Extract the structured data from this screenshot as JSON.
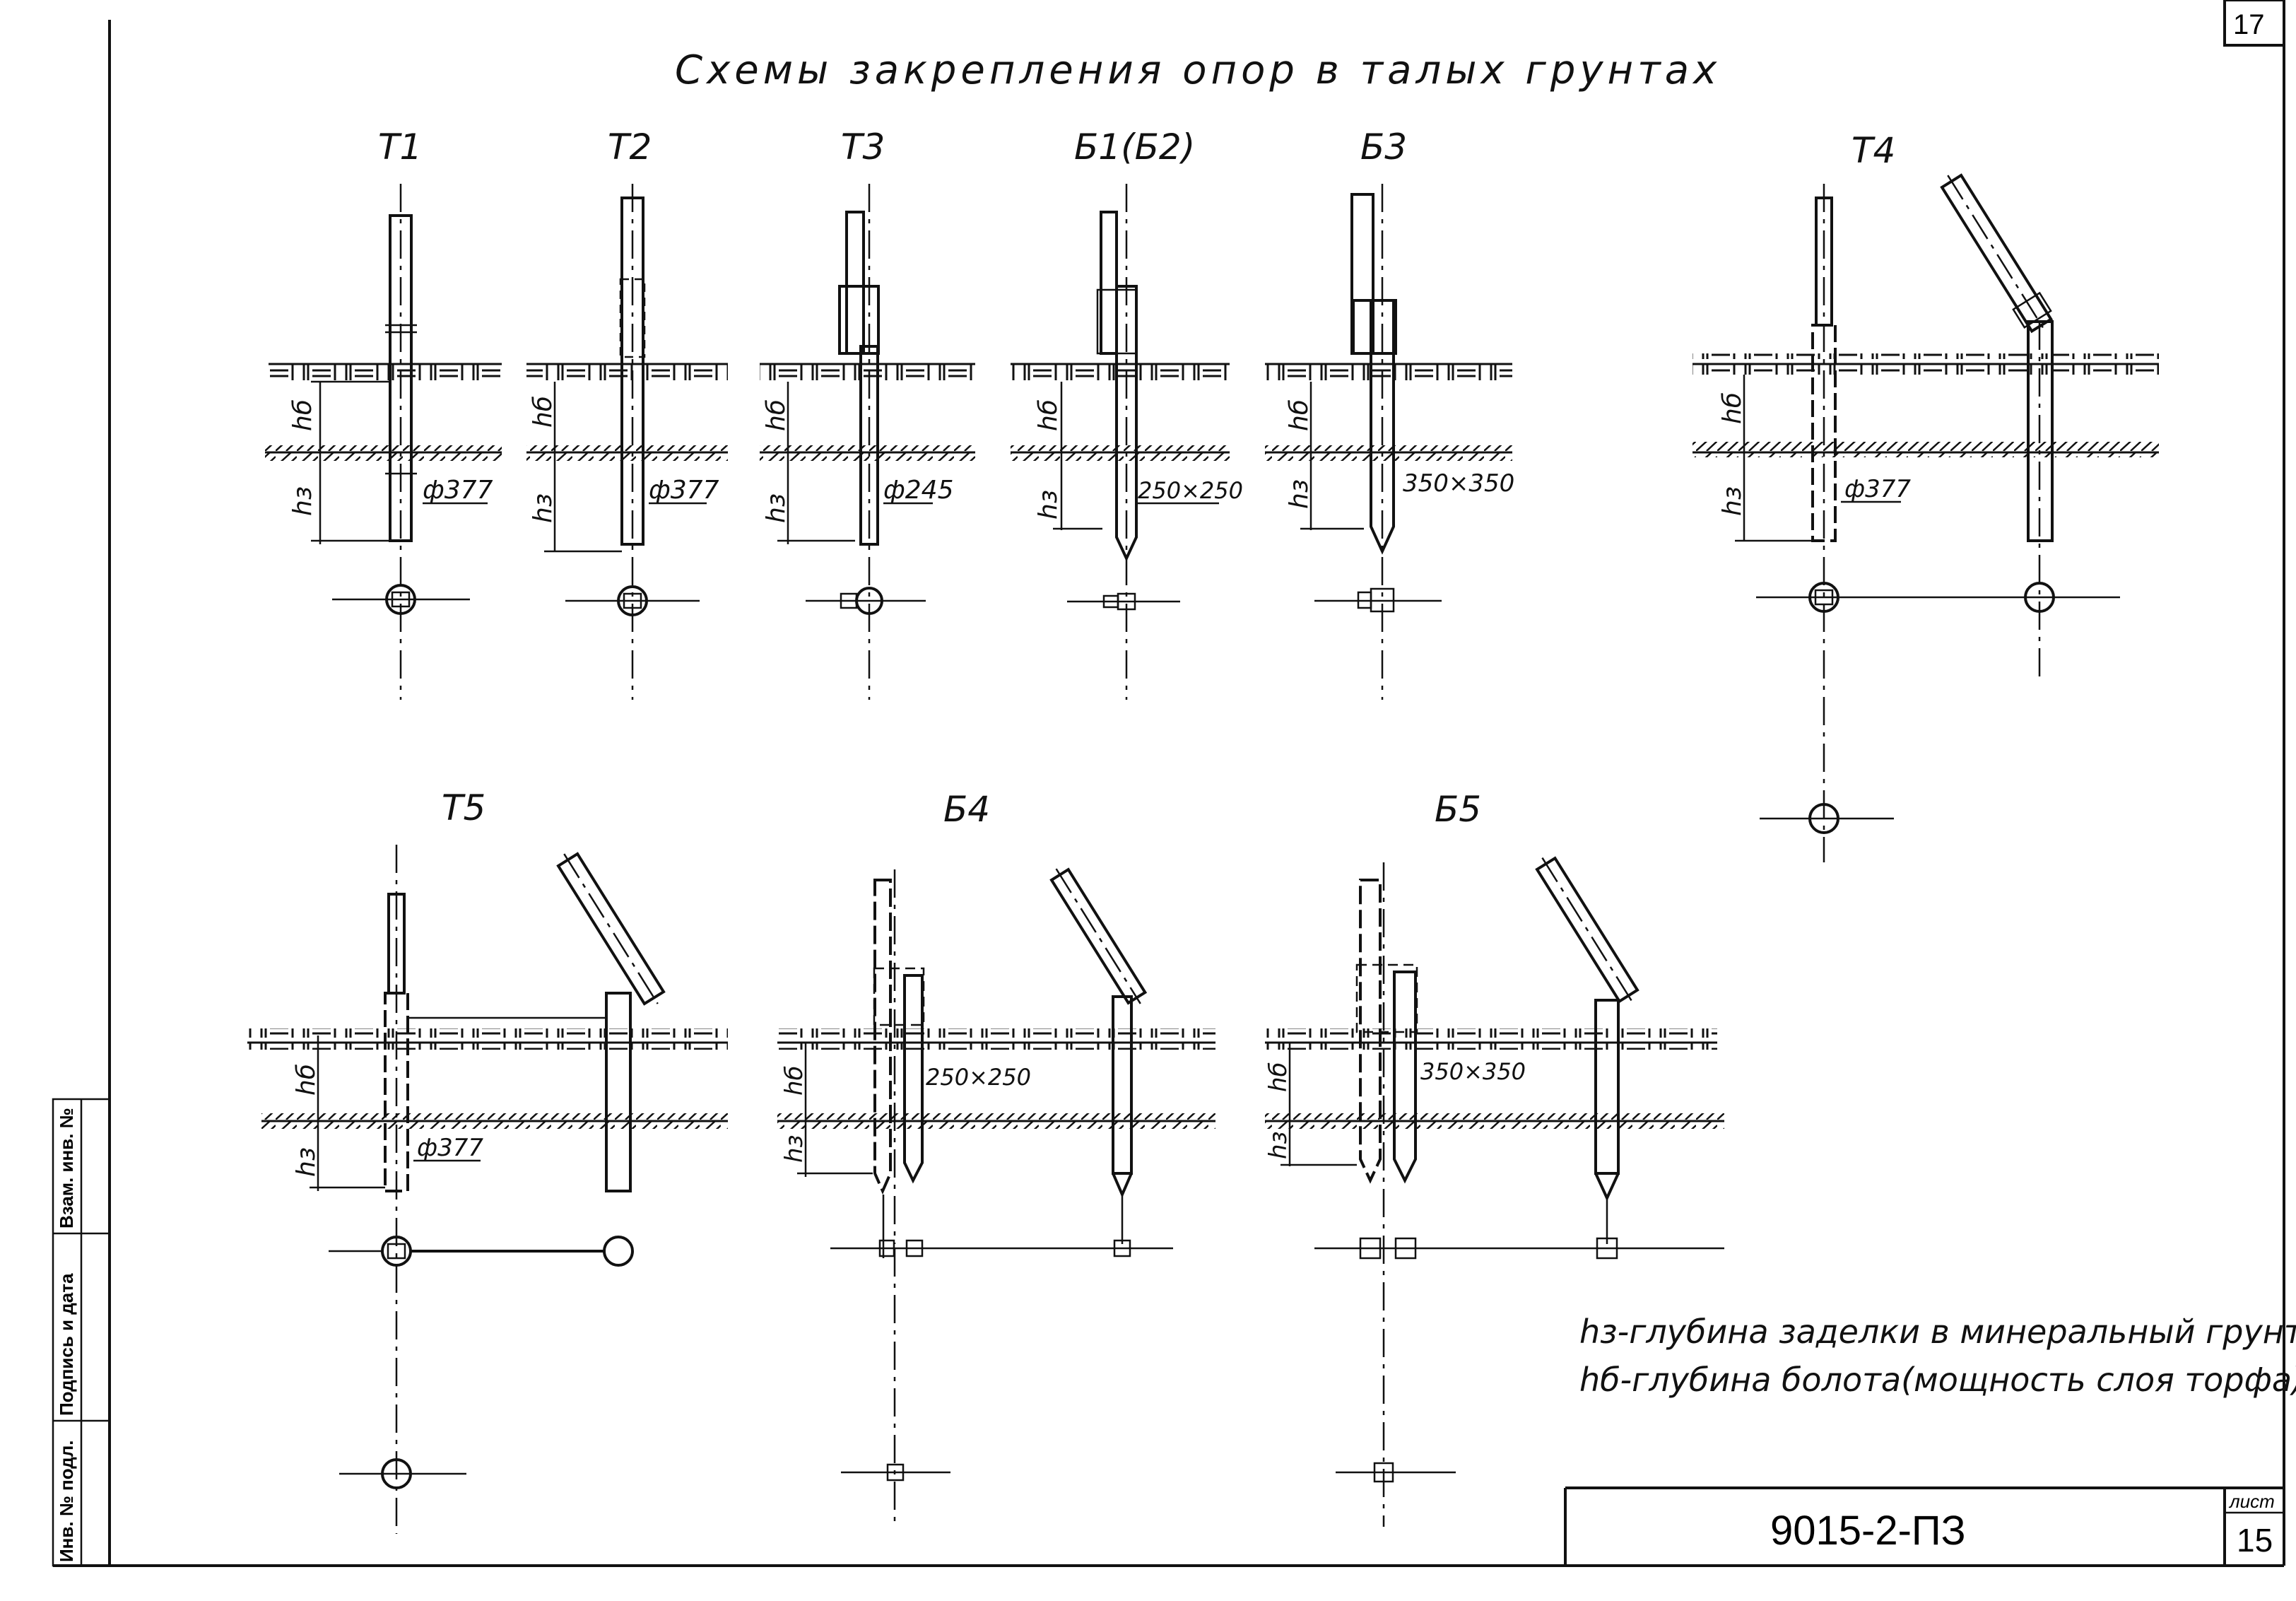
{
  "title": "Схемы закрепления опор в талых грунтах",
  "sheet_top": "17",
  "stamp": {
    "code": "9015-2-ПЗ",
    "sheet_label": "лист",
    "sheet_no": "15"
  },
  "side_labels": [
    "Инв. № подл.",
    "Подпись и дата",
    "Взам. инв. №"
  ],
  "schemes": [
    {
      "label": "Т1",
      "size": "ф377",
      "hb": "hб",
      "hz": "hз"
    },
    {
      "label": "Т2",
      "size": "ф377",
      "hb": "hб",
      "hz": "hз"
    },
    {
      "label": "Т3",
      "size": "ф245",
      "hb": "hб",
      "hz": "hз"
    },
    {
      "label": "Б1(Б2)",
      "size": "250×250",
      "hb": "hб",
      "hz": "hз"
    },
    {
      "label": "Б3",
      "size": "350×350",
      "hb": "hб",
      "hz": "hз"
    },
    {
      "label": "Т4",
      "size": "ф377",
      "hb": "hб",
      "hz": "hз"
    },
    {
      "label": "Т5",
      "size": "ф377",
      "hb": "hб",
      "hz": "hз"
    },
    {
      "label": "Б4",
      "size": "250×250",
      "hb": "hб",
      "hz": "hз"
    },
    {
      "label": "Б5",
      "size": "350×350",
      "hb": "hб",
      "hz": "hз"
    }
  ],
  "legend": [
    "hз-глубина заделки в минеральный грунт",
    "hб-глубина болота(мощность слоя торфа)"
  ]
}
